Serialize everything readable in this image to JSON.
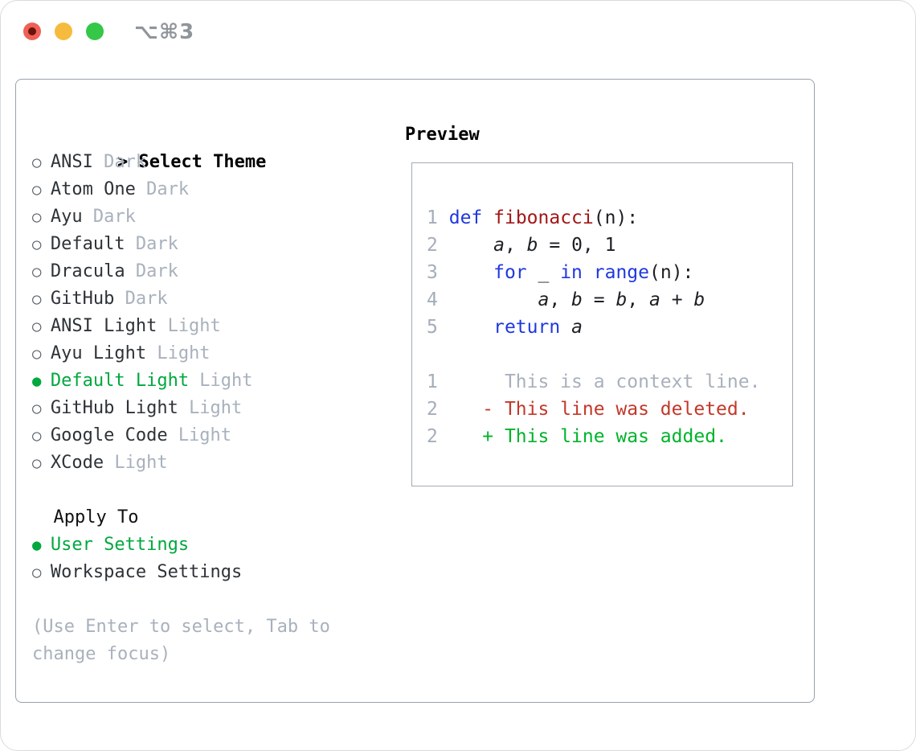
{
  "window": {
    "shortcut": "⌥⌘3"
  },
  "colors": {
    "accent_green": "#00a83e",
    "added_green": "#00b32a",
    "deleted_red": "#c3382a",
    "keyword_blue": "#2038df",
    "function_red": "#a31717",
    "muted_gray": "#a8b1bc",
    "lineno_gray": "#a4adb9",
    "bullet_gray": "#565c64",
    "text_dark": "#2e3338",
    "code_text": "#1c1f23",
    "border_gray": "#99a1ac",
    "box_border": "#a4aab2",
    "traffic_red": "#f06056",
    "traffic_red_dot": "#6b130b",
    "traffic_yellow": "#f6bb3c",
    "traffic_green": "#34c748",
    "shortcut_gray": "#90959c"
  },
  "theme_panel": {
    "prompt": ">",
    "title": "Select Theme",
    "bullet_unselected": "○",
    "bullet_selected": "●",
    "items": [
      {
        "name": "ANSI",
        "variant": "Dark",
        "selected": false
      },
      {
        "name": "Atom One",
        "variant": "Dark",
        "selected": false
      },
      {
        "name": "Ayu",
        "variant": "Dark",
        "selected": false
      },
      {
        "name": "Default",
        "variant": "Dark",
        "selected": false
      },
      {
        "name": "Dracula",
        "variant": "Dark",
        "selected": false
      },
      {
        "name": "GitHub",
        "variant": "Dark",
        "selected": false
      },
      {
        "name": "ANSI Light",
        "variant": "Light",
        "selected": false
      },
      {
        "name": "Ayu Light",
        "variant": "Light",
        "selected": false
      },
      {
        "name": "Default Light",
        "variant": "Light",
        "selected": true
      },
      {
        "name": "GitHub Light",
        "variant": "Light",
        "selected": false
      },
      {
        "name": "Google Code",
        "variant": "Light",
        "selected": false
      },
      {
        "name": "XCode",
        "variant": "Light",
        "selected": false
      }
    ]
  },
  "apply_to": {
    "title": "Apply To",
    "options": [
      {
        "label": "User Settings",
        "selected": true
      },
      {
        "label": "Workspace Settings",
        "selected": false
      }
    ]
  },
  "hint_lines": [
    "(Use Enter to select, Tab to",
    "change focus)"
  ],
  "preview": {
    "title": "Preview",
    "lines": [
      {
        "num": "1",
        "tokens": [
          [
            "pl",
            " "
          ],
          [
            "kw",
            "def"
          ],
          [
            "pl",
            " "
          ],
          [
            "fn",
            "fibonacci"
          ],
          [
            "pl",
            "(n):"
          ]
        ]
      },
      {
        "num": "2",
        "tokens": [
          [
            "pl",
            "     "
          ],
          [
            "var",
            "a"
          ],
          [
            "pl",
            ", "
          ],
          [
            "var",
            "b"
          ],
          [
            "pl",
            " = 0, 1"
          ]
        ]
      },
      {
        "num": "3",
        "tokens": [
          [
            "pl",
            "     "
          ],
          [
            "kw",
            "for"
          ],
          [
            "pl",
            " _ "
          ],
          [
            "kw",
            "in"
          ],
          [
            "pl",
            " "
          ],
          [
            "kw",
            "range"
          ],
          [
            "pl",
            "(n):"
          ]
        ]
      },
      {
        "num": "4",
        "tokens": [
          [
            "pl",
            "         "
          ],
          [
            "var",
            "a"
          ],
          [
            "pl",
            ", "
          ],
          [
            "var",
            "b"
          ],
          [
            "pl",
            " = "
          ],
          [
            "var",
            "b"
          ],
          [
            "pl",
            ", "
          ],
          [
            "var",
            "a"
          ],
          [
            "pl",
            " + "
          ],
          [
            "var",
            "b"
          ]
        ]
      },
      {
        "num": "5",
        "tokens": [
          [
            "pl",
            "     "
          ],
          [
            "kw",
            "return"
          ],
          [
            "pl",
            " "
          ],
          [
            "var",
            "a"
          ]
        ]
      },
      {
        "num": "",
        "tokens": []
      },
      {
        "num": "1",
        "tokens": [
          [
            "ctx",
            "      This is a context line."
          ]
        ]
      },
      {
        "num": "2",
        "tokens": [
          [
            "del",
            "    - This line was deleted."
          ]
        ]
      },
      {
        "num": "2",
        "tokens": [
          [
            "add",
            "    + This line was added."
          ]
        ]
      }
    ]
  }
}
